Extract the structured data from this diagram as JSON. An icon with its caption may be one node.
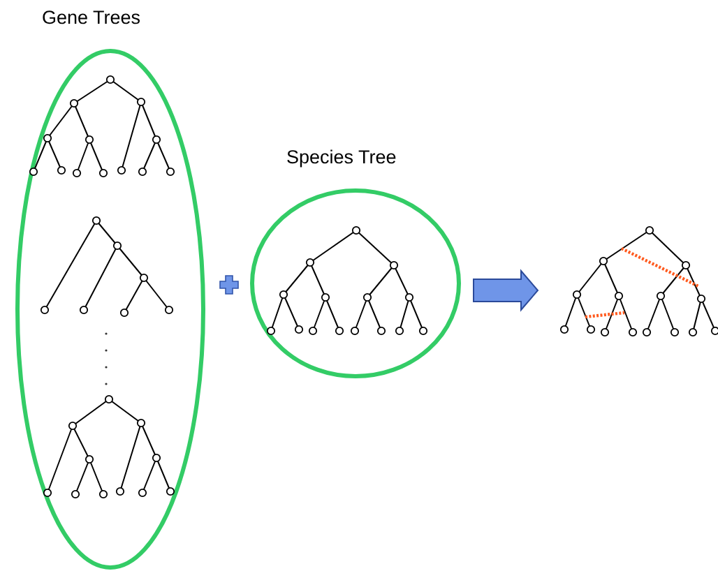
{
  "diagram": {
    "nodes": [
      {
        "text": [
          "Gene Trees"
        ]
      },
      {
        "text": [
          "Species Tree"
        ]
      },
      {
        "text": [],
        "shape": "tree"
      }
    ],
    "edges": [
      {
        "from": 1,
        "to": 2,
        "arrow": "to"
      }
    ]
  }
}
